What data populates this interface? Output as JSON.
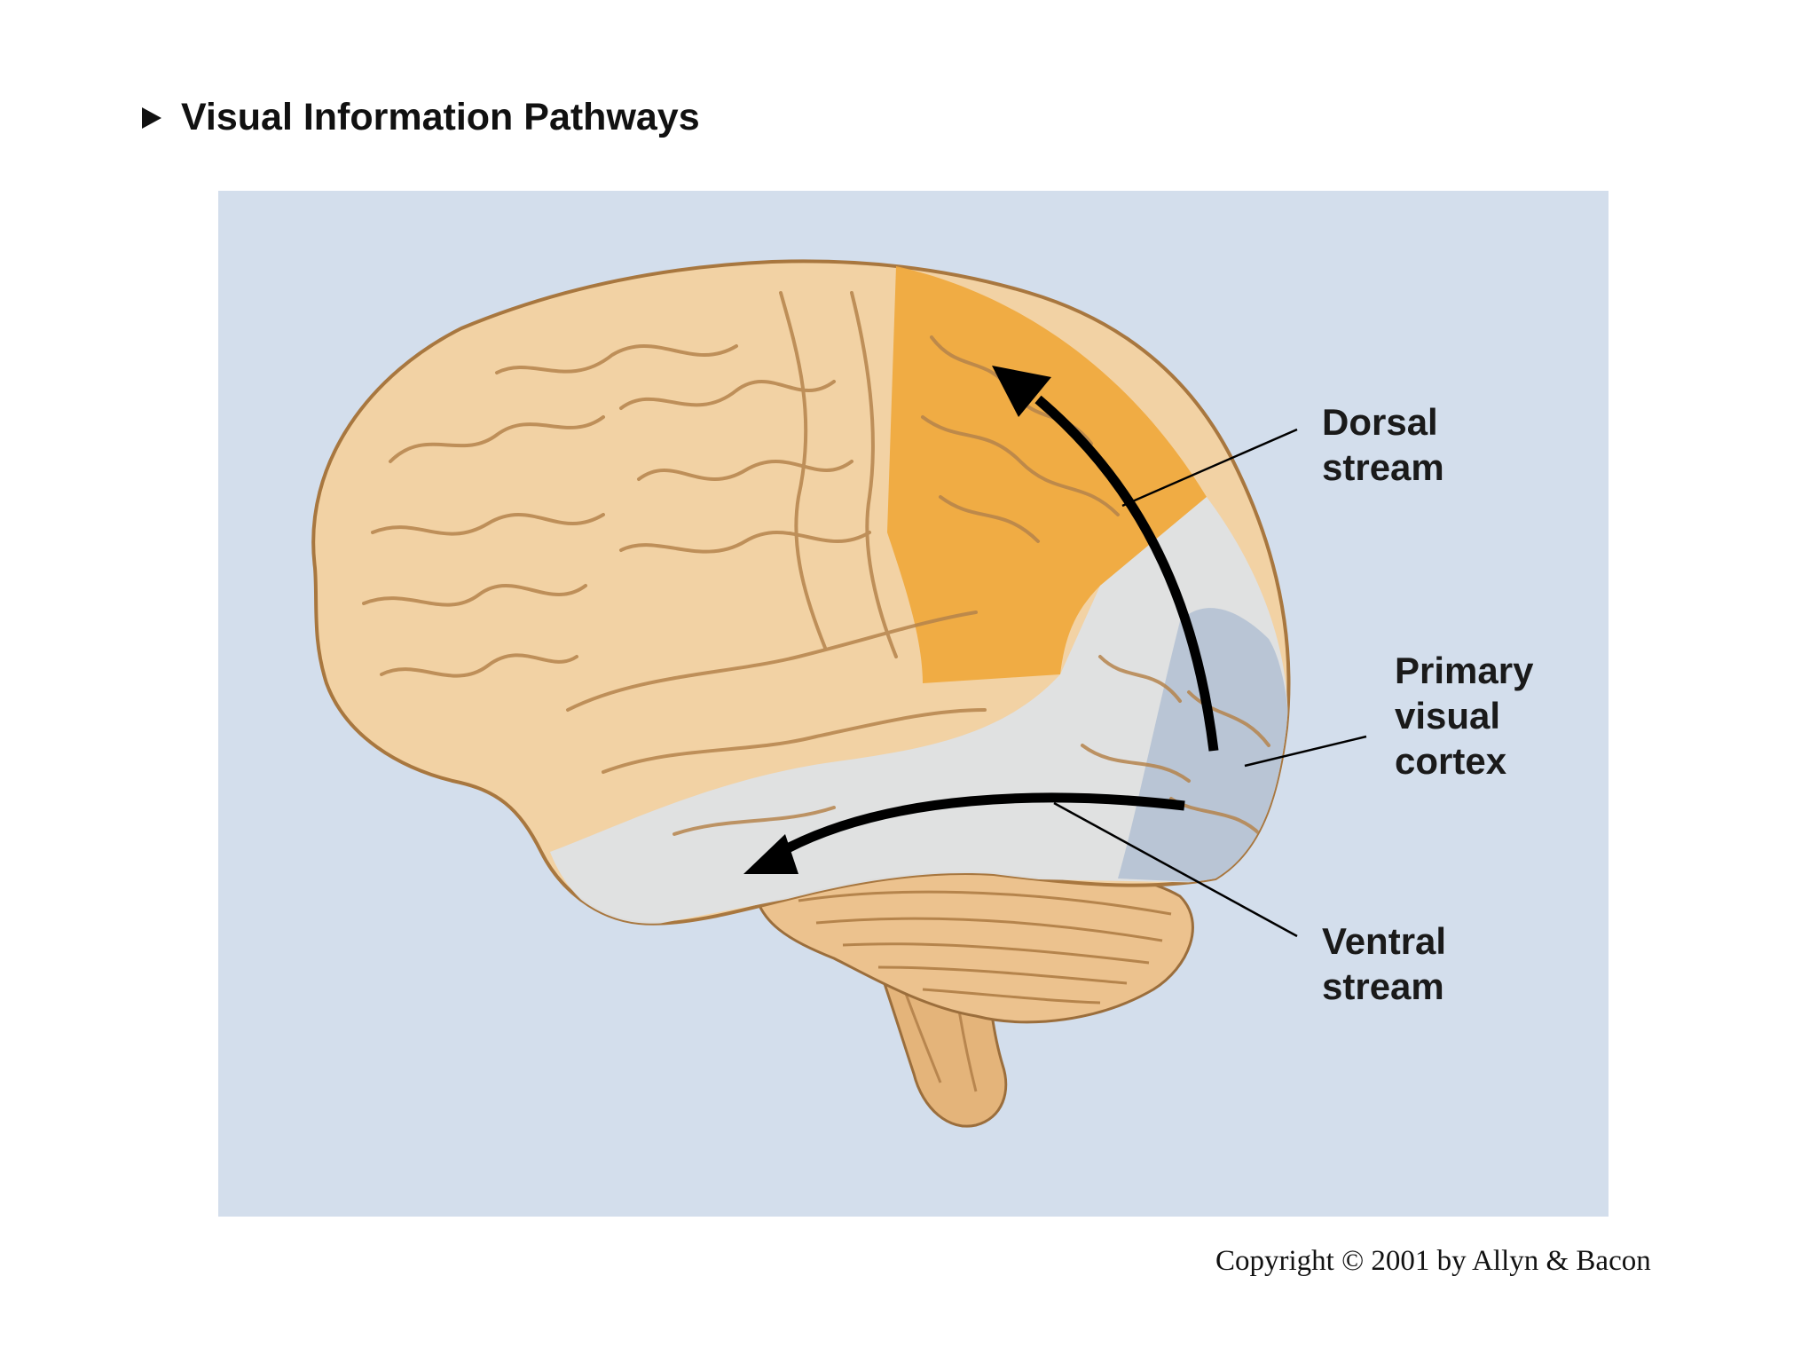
{
  "title": "Visual Information Pathways",
  "labels": {
    "dorsal": "Dorsal\nstream",
    "primary": "Primary\nvisual\ncortex",
    "ventral": "Ventral\nstream"
  },
  "copyright": "Copyright © 2001 by Allyn & Bacon",
  "colors": {
    "panel": "#d3deec",
    "brain": "#f2d2a4",
    "parietal": "#f0a83c",
    "temporal": "#dde0e2",
    "occipital": "#b9c6d6",
    "arrow": "#000000"
  }
}
